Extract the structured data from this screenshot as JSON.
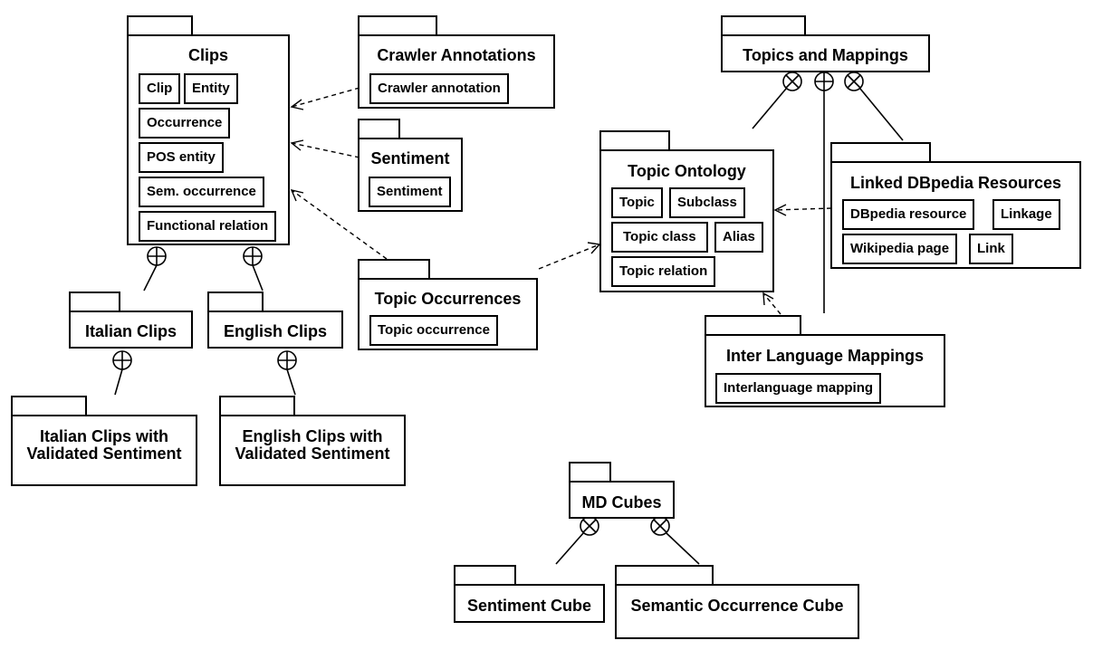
{
  "packages": {
    "clips": {
      "title": "Clips",
      "classes": [
        "Clip",
        "Entity",
        "Occurrence",
        "POS entity",
        "Sem. occurrence",
        "Functional relation"
      ]
    },
    "crawler_annotations": {
      "title": "Crawler Annotations",
      "classes": [
        "Crawler annotation"
      ]
    },
    "sentiment": {
      "title": "Sentiment",
      "classes": [
        "Sentiment"
      ]
    },
    "topic_occurrences": {
      "title": "Topic Occurrences",
      "classes": [
        "Topic occurrence"
      ]
    },
    "italian_clips": {
      "title": "Italian Clips"
    },
    "english_clips": {
      "title": "English Clips"
    },
    "italian_validated": {
      "title_line1": "Italian Clips with",
      "title_line2": "Validated Sentiment"
    },
    "english_validated": {
      "title_line1": "English Clips with",
      "title_line2": "Validated Sentiment"
    },
    "topics_and_mappings": {
      "title": "Topics and Mappings"
    },
    "topic_ontology": {
      "title": "Topic Ontology",
      "classes": [
        "Topic",
        "Subclass",
        "Topic class",
        "Alias",
        "Topic relation"
      ]
    },
    "linked_dbpedia": {
      "title": "Linked DBpedia Resources",
      "classes": [
        "DBpedia resource",
        "Linkage",
        "Wikipedia page",
        "Link"
      ]
    },
    "inter_language": {
      "title": "Inter Language Mappings",
      "classes": [
        "Interlanguage mapping"
      ]
    },
    "md_cubes": {
      "title": "MD Cubes"
    },
    "sentiment_cube": {
      "title": "Sentiment Cube"
    },
    "semantic_occurrence_cube": {
      "title": "Semantic Occurrence Cube"
    }
  }
}
